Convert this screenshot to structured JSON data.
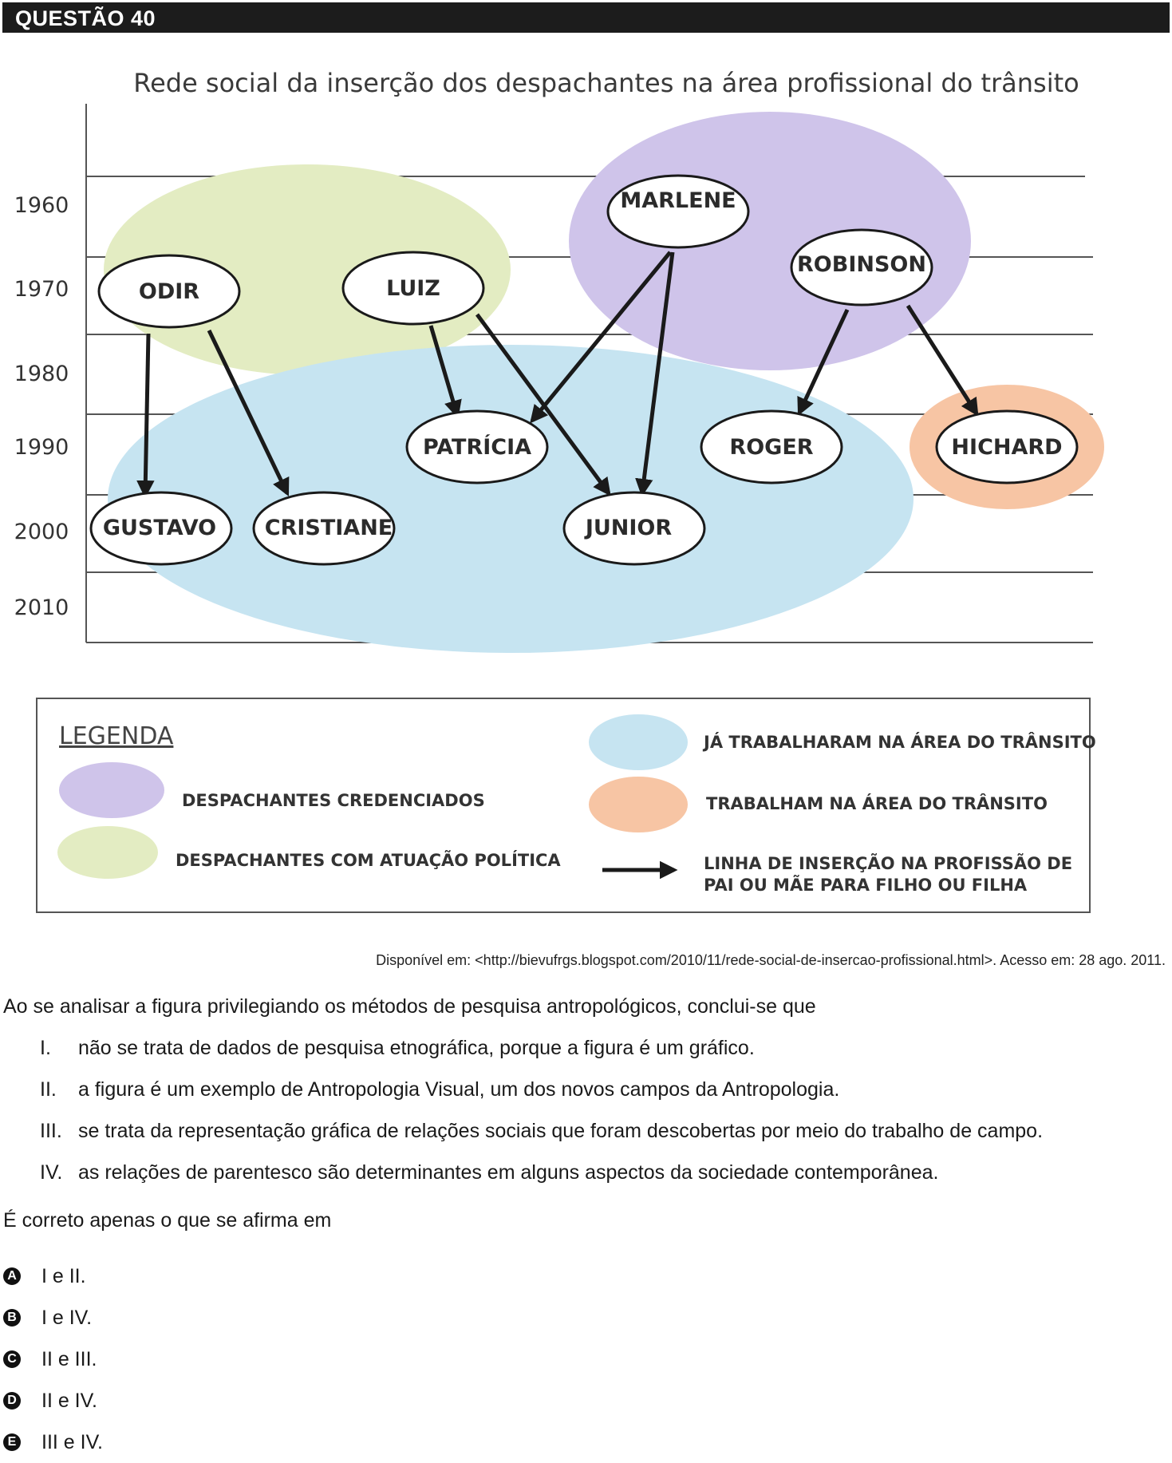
{
  "header": {
    "title": "QUESTÃO 40"
  },
  "figure": {
    "title": "Rede social da inserção dos despachantes na área profissional do trânsito",
    "y_axis": [
      "1960",
      "1970",
      "1980",
      "1990",
      "2000",
      "2010"
    ],
    "nodes": {
      "marlene": "MARLENE",
      "robinson": "ROBINSON",
      "odir": "ODIR",
      "luiz": "LUIZ",
      "patricia": "PATRÍCIA",
      "roger": "ROGER",
      "hichard": "HICHARD",
      "gustavo": "GUSTAVO",
      "cristiane": "CRISTIANE",
      "junior": "JUNIOR"
    },
    "colors": {
      "credenciados": "#cfc4ea",
      "atuacao_politica": "#e3ecc2",
      "ja_trabalharam": "#c6e4f1",
      "trabalham": "#f7c5a4"
    },
    "legend": {
      "title": "LEGENDA",
      "credenciados": "DESPACHANTES CREDENCIADOS",
      "atuacao_politica": "DESPACHANTES COM ATUAÇÃO POLÍTICA",
      "ja_trabalharam": "JÁ TRABALHARAM NA ÁREA DO TRÂNSITO",
      "trabalham": "TRABALHAM NA ÁREA DO TRÂNSITO",
      "linha_1": "LINHA DE INSERÇÃO NA PROFISSÃO DE",
      "linha_2": "PAI OU MÃE PARA FILHO OU FILHA"
    }
  },
  "source": "Disponível em: <http://bievufrgs.blogspot.com/2010/11/rede-social-de-insercao-profissional.html>.  Acesso em: 28 ago. 2011.",
  "stem": "Ao se analisar a figura privilegiando os métodos de pesquisa antropológicos, conclui-se que",
  "items": [
    {
      "num": "I.",
      "text": "não se trata de dados de pesquisa etnográfica, porque a figura é um gráfico."
    },
    {
      "num": "II.",
      "text": "a figura é um exemplo de Antropologia Visual, um dos novos campos da Antropologia."
    },
    {
      "num": "III.",
      "text": "se trata da representação gráfica de relações sociais que foram descobertas por meio do trabalho de campo."
    },
    {
      "num": "IV.",
      "text": "as relações de parentesco são determinantes em alguns aspectos da sociedade contemporânea."
    }
  ],
  "question": "É correto apenas o que se afirma em",
  "options": [
    {
      "letter": "A",
      "text": "I e II."
    },
    {
      "letter": "B",
      "text": "I e IV."
    },
    {
      "letter": "C",
      "text": "II e III."
    },
    {
      "letter": "D",
      "text": "II e IV."
    },
    {
      "letter": "E",
      "text": "III e IV."
    }
  ]
}
